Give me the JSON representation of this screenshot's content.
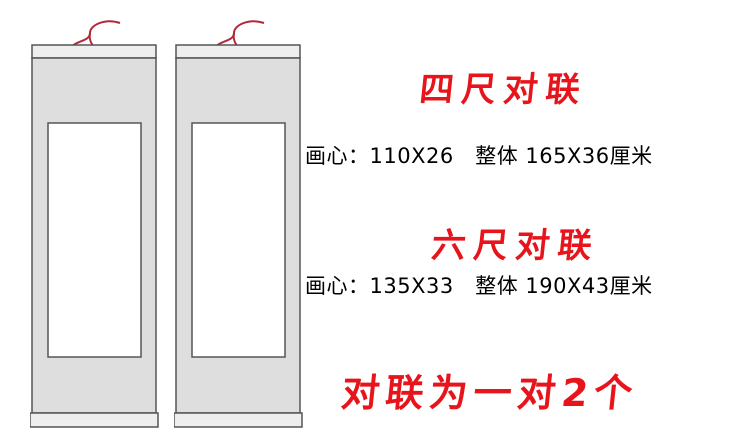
{
  "colors": {
    "accent_red": "#e8141b",
    "scroll_silk": "#dedede",
    "scroll_outline": "#555555",
    "hanging_cord": "#b2283a",
    "spec_text": "#000000"
  },
  "scrolls": [
    {
      "name": "left-scroll",
      "panel": "blank-white"
    },
    {
      "name": "right-scroll",
      "panel": "blank-white"
    }
  ],
  "four_chi": {
    "title": "四尺对联",
    "spec": "画心：110X26   整体 165X36厘米"
  },
  "six_chi": {
    "title": "六尺对联",
    "spec": "画心：135X33   整体 190X43厘米"
  },
  "pair_note": "对联为一对2个"
}
